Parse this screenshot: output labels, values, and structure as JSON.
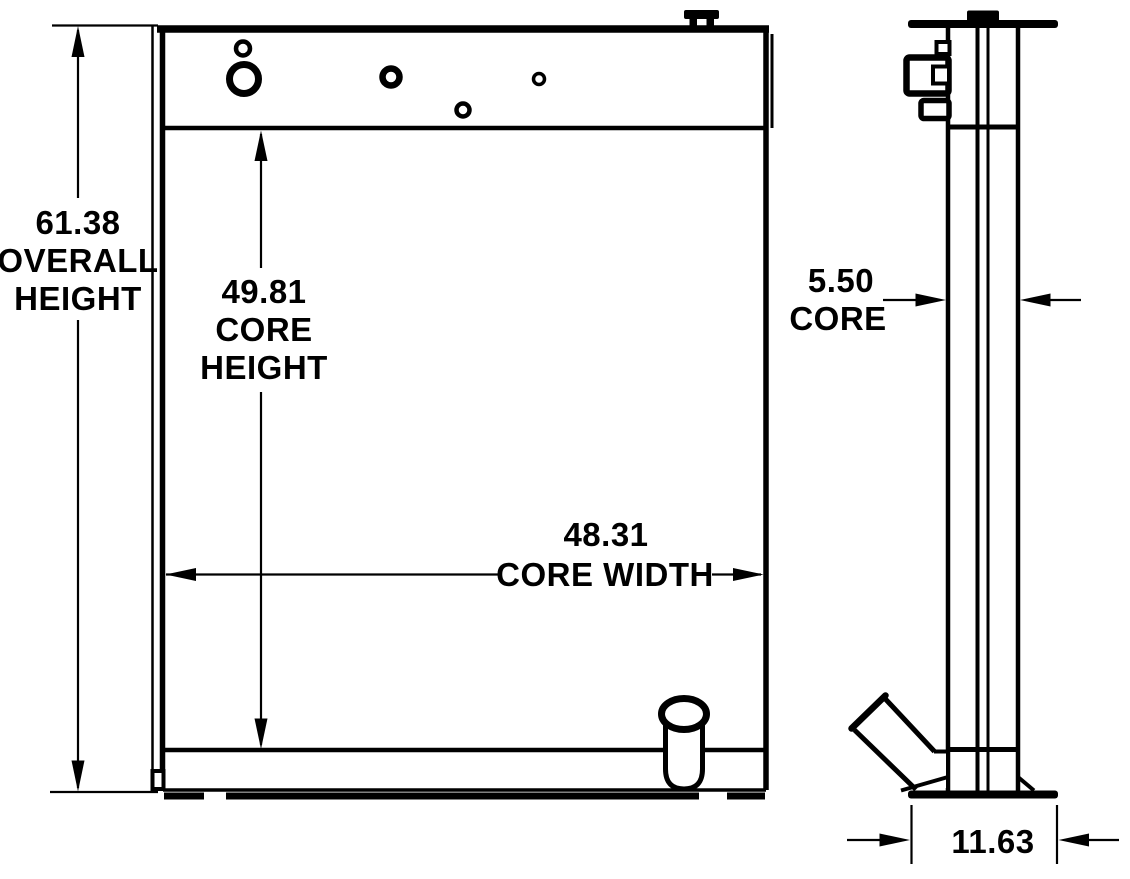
{
  "canvas": {
    "background_color": "#ffffff",
    "line_color": "#000000"
  },
  "drawing": {
    "description": "radiator-dimensional-drawing",
    "dimensions": {
      "overall_height": {
        "value": "61.38",
        "label_line_1": "OVERALL",
        "label_line_2": "HEIGHT"
      },
      "core_height": {
        "value": "49.81",
        "label_line_1": "CORE",
        "label_line_2": "HEIGHT"
      },
      "core_width": {
        "value": "48.31",
        "label": "CORE WIDTH"
      },
      "core_depth": {
        "value": "5.50",
        "label": "CORE"
      },
      "base_width": {
        "value": "11.63"
      }
    }
  }
}
